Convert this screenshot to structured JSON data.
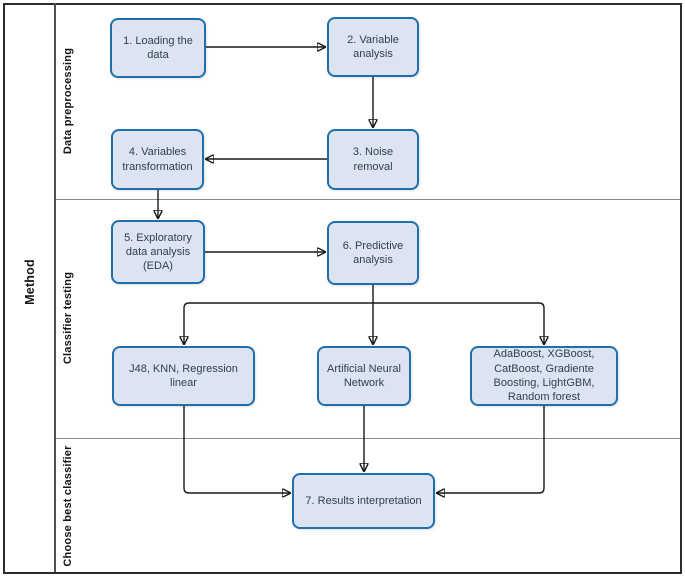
{
  "figure": {
    "method_label": "Method",
    "lanes": [
      {
        "label": "Data preprocessing"
      },
      {
        "label": "Classifier testing"
      },
      {
        "label": "Choose best classifier"
      }
    ],
    "nodes": [
      {
        "id": "load",
        "label": "1. Loading the data"
      },
      {
        "id": "var",
        "label": "2. Variable analysis"
      },
      {
        "id": "noise",
        "label": "3. Noise removal"
      },
      {
        "id": "transform",
        "label": "4. Variables transformation"
      },
      {
        "id": "eda",
        "label": "5. Exploratory data analysis (EDA)"
      },
      {
        "id": "predict",
        "label": "6. Predictive analysis"
      },
      {
        "id": "classic",
        "label": "J48, KNN, Regression linear"
      },
      {
        "id": "ann",
        "label": "Artificial Neural Network"
      },
      {
        "id": "boost",
        "label": "AdaBoost, XGBoost, CatBoost, Gradiente Boosting, LightGBM, Random forest"
      },
      {
        "id": "results",
        "label": "7. Results interpretation"
      }
    ],
    "flow": [
      "1 -> 2",
      "2 -> 3",
      "3 -> 4",
      "4 -> 5",
      "5 -> 6",
      "6 -> J48/KNN/Regression linear",
      "6 -> Artificial Neural Network",
      "6 -> AdaBoost group",
      "classifiers -> 7"
    ]
  },
  "colors": {
    "node_fill": "#dde4f1",
    "node_border": "#1f6fad",
    "node_text": "#31404f",
    "line_color": "#1a1a1a",
    "frame_border": "#2d2d2d",
    "divider_color": "#8a8a8a",
    "label_color": "#141414"
  }
}
